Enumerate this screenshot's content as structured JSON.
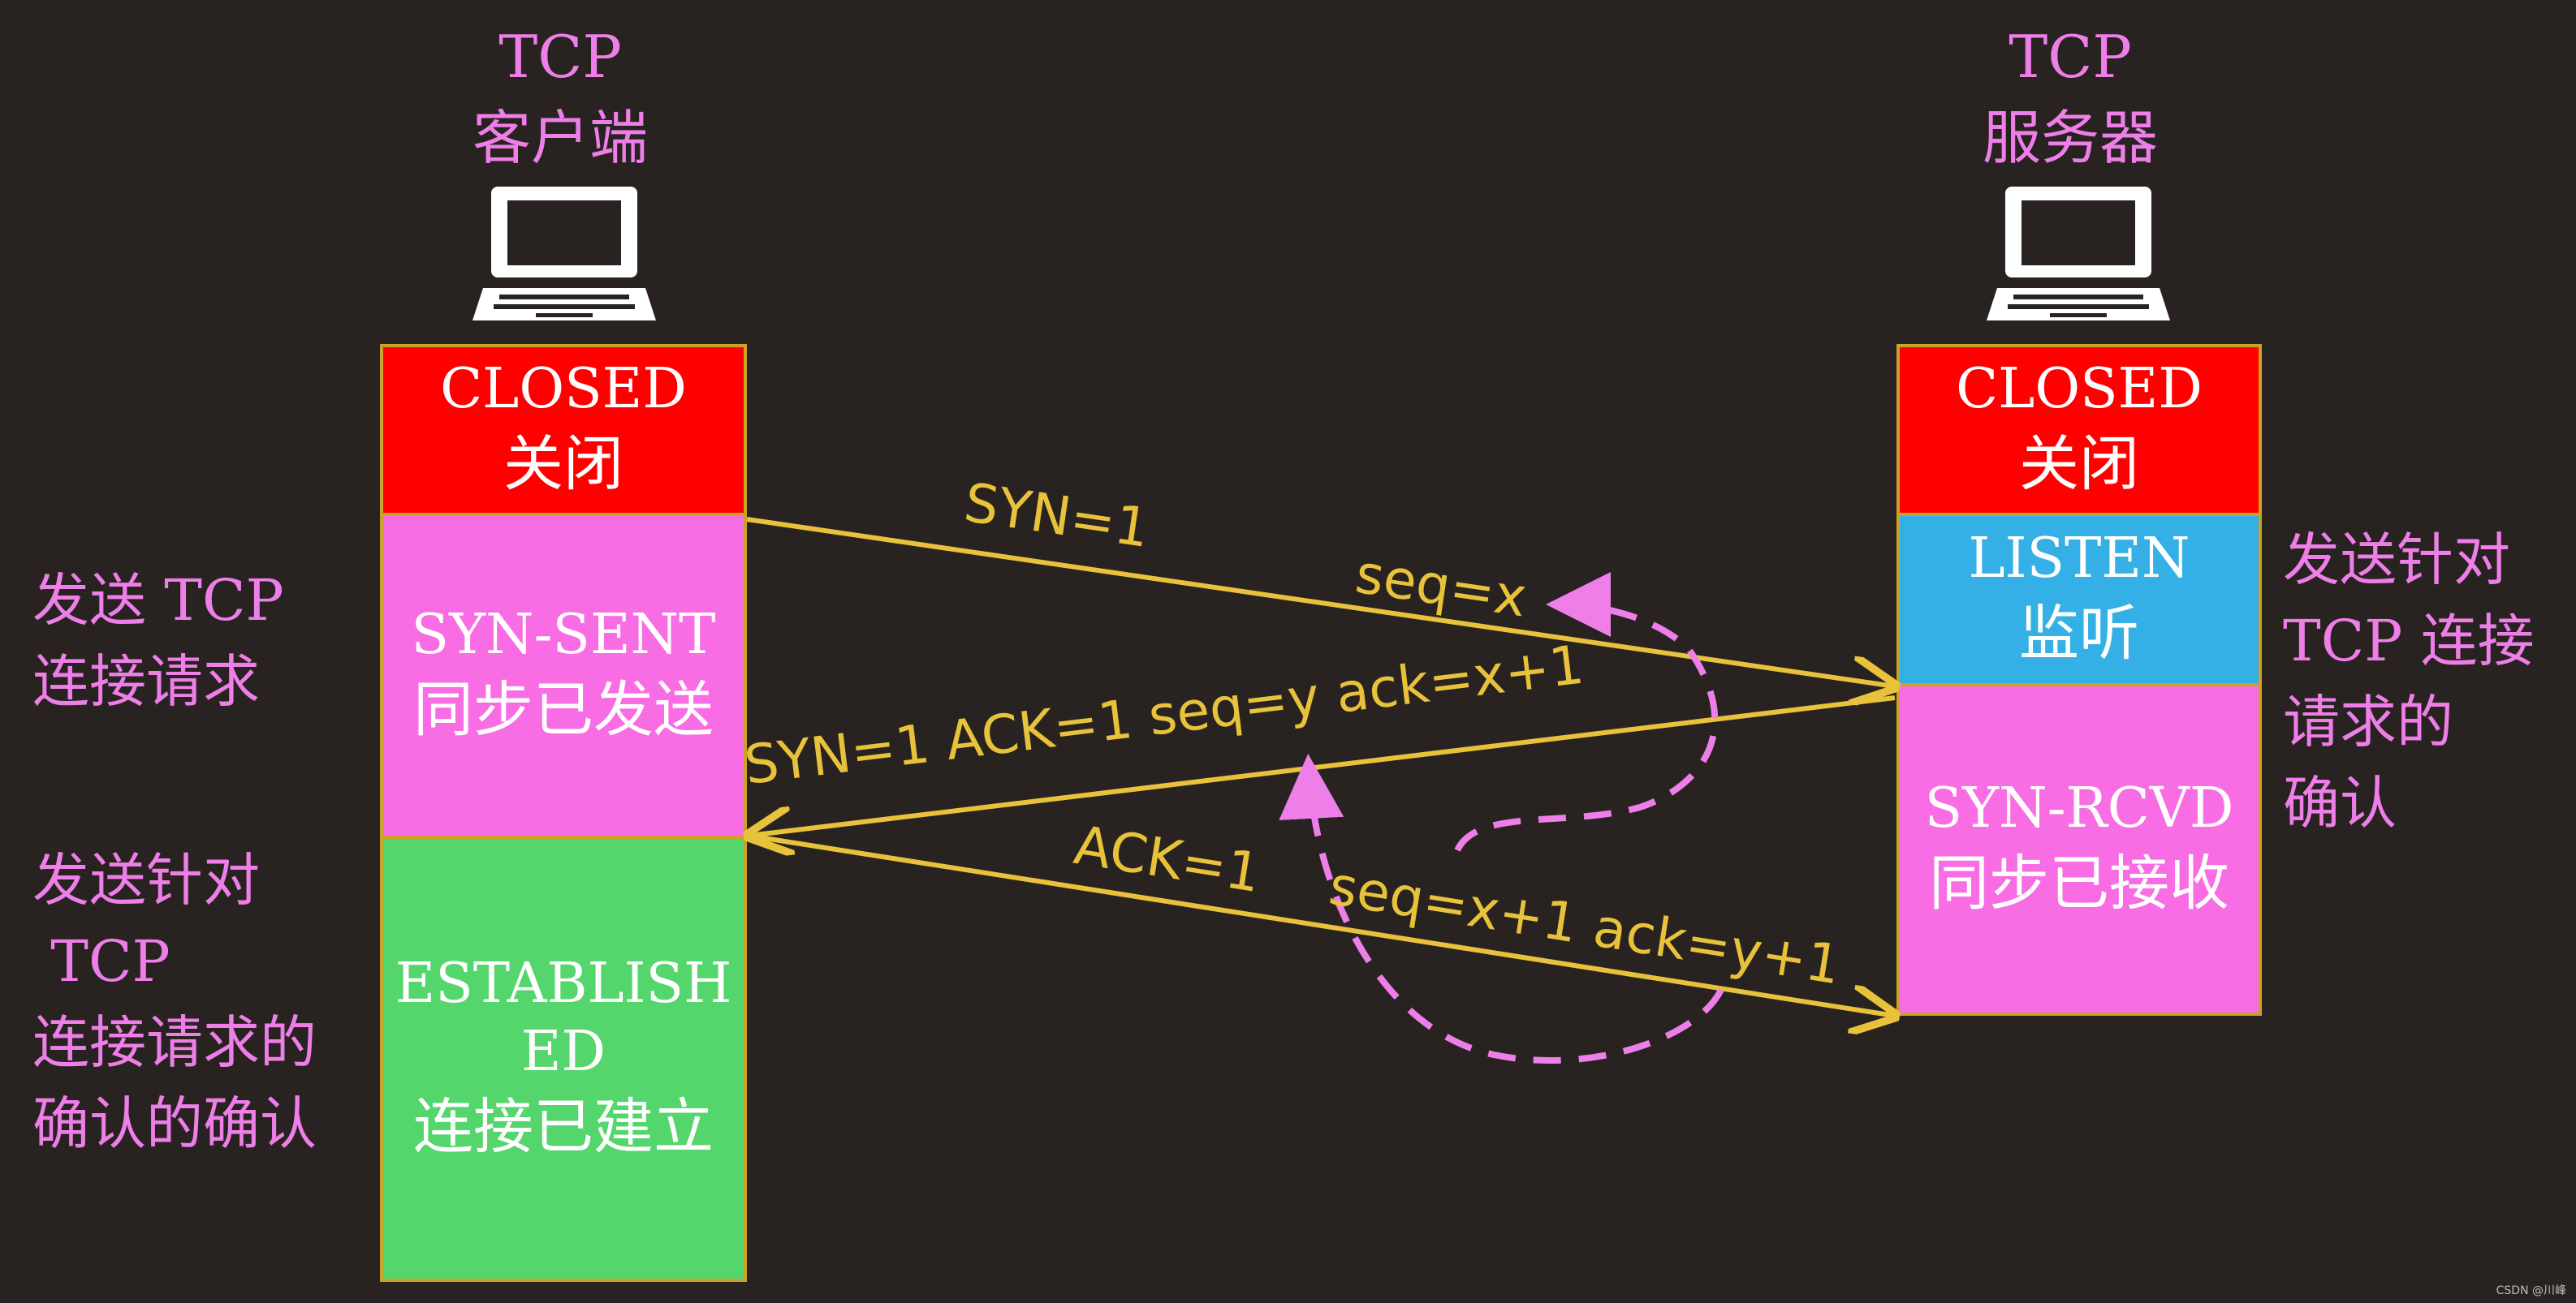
{
  "client": {
    "title_line1": "TCP",
    "title_line2": "客户端",
    "states": {
      "closed_en": "CLOSED",
      "closed_cn": "关闭",
      "syn_sent_en": "SYN-SENT",
      "syn_sent_cn": "同步已发送",
      "established_en_line1": "ESTABLISH",
      "established_en_line2": "ED",
      "established_cn": "连接已建立"
    }
  },
  "server": {
    "title_line1": "TCP",
    "title_line2": "服务器",
    "states": {
      "closed_en": "CLOSED",
      "closed_cn": "关闭",
      "listen_en": "LISTEN",
      "listen_cn": "监听",
      "syn_rcvd_en": "SYN-RCVD",
      "syn_rcvd_cn": "同步已接收"
    }
  },
  "notes": {
    "client_send_request": "发送 TCP\n连接请求",
    "client_confirm_of_confirm": "发送针对\n TCP\n连接请求的\n确认的确认",
    "server_confirm": "发送针对\nTCP 连接\n请求的\n确认"
  },
  "messages": {
    "m1_syn": "SYN=1",
    "m1_seq": "seq=x",
    "m2": "SYN=1 ACK=1   seq=y  ack=x+1",
    "m3_ack": "ACK=1",
    "m3_rest": "seq=x+1  ack=y+1"
  },
  "colors": {
    "background": "#282321",
    "closed": "#ff0000",
    "syn_state": "#f96de4",
    "listen": "#35b0e6",
    "established": "#55d66c",
    "arrow": "#e8c23a",
    "annotation": "#ee7ee8"
  },
  "icons": [
    "laptop-icon",
    "laptop-icon"
  ],
  "watermark": "CSDN @川峰"
}
